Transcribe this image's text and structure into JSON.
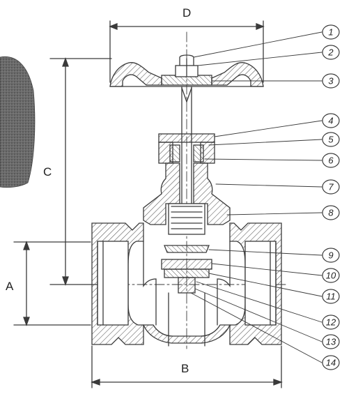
{
  "diagram": {
    "dimensions": {
      "A": "A",
      "B": "B",
      "C": "C",
      "D": "D"
    },
    "callouts": [
      "1",
      "2",
      "3",
      "4",
      "5",
      "6",
      "7",
      "8",
      "9",
      "10",
      "11",
      "12",
      "13",
      "14"
    ],
    "colors": {
      "line": "#3a3a3a",
      "hatch": "#555555",
      "photo": "#6a6a6a",
      "background": "#ffffff"
    }
  }
}
